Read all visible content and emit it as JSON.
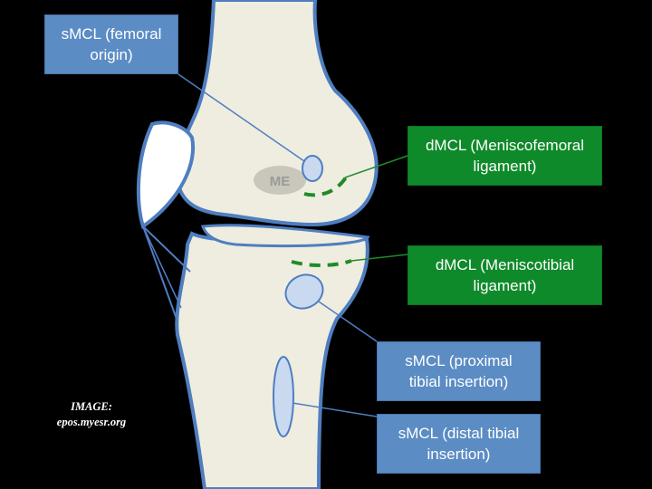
{
  "labels": {
    "smcl_femoral": [
      "sMCL (femoral",
      "origin)"
    ],
    "dmcl_meniscofemoral": [
      "dMCL (Meniscofemoral",
      "ligament)"
    ],
    "dmcl_meniscotibial": [
      "dMCL (Meniscotibial",
      "ligament)"
    ],
    "smcl_proximal_tibial": [
      "sMCL (proximal",
      "tibial insertion)"
    ],
    "smcl_distal_tibial": [
      "sMCL (distal tibial",
      "insertion)"
    ]
  },
  "landmark": {
    "me": "ME"
  },
  "credit": [
    "IMAGE:",
    "epos.myesr.org"
  ],
  "colors": {
    "background": "#000000",
    "bone_fill": "#efede0",
    "bone_outline": "#4f7ec0",
    "blue_box": "#5b8cc4",
    "green_box": "#0f8a2a",
    "ligament_dash": "#1f8a2a",
    "insertion_fill": "#c9daf0",
    "me_marker": "#c9c6bc"
  }
}
